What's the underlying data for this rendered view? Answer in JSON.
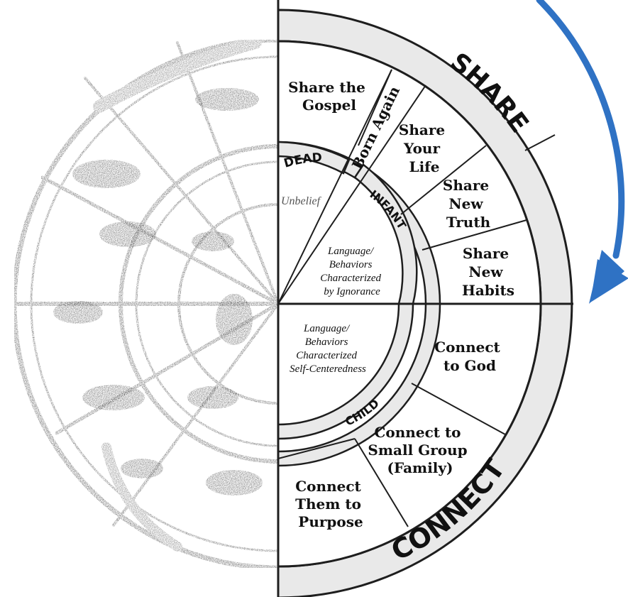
{
  "outer_ring": {
    "share": "SHARE",
    "connect": "CONNECT"
  },
  "stages": {
    "dead": "DEAD",
    "infant": "INFANT",
    "child": "CHILD"
  },
  "inner_notes": {
    "unbelief": "Unbelief",
    "infant_desc": [
      "Language/",
      "Behaviors",
      "Characterized",
      "by Ignorance"
    ],
    "child_desc": [
      "Language/",
      "Behaviors",
      "Characterized",
      "Self-Centeredness"
    ]
  },
  "segments": {
    "share_gospel": [
      "Share the",
      "Gospel"
    ],
    "born_again": "Born Again",
    "share_life": [
      "Share",
      "Your",
      "Life"
    ],
    "share_truth": [
      "Share",
      "New",
      "Truth"
    ],
    "share_habits": [
      "Share",
      "New",
      "Habits"
    ],
    "connect_god": [
      "Connect",
      "to God"
    ],
    "connect_group": [
      "Connect to",
      "Small Group",
      "(Family)"
    ],
    "connect_purpose": [
      "Connect",
      "Them to",
      "Purpose"
    ]
  },
  "colors": {
    "arrow": "#2f72c4",
    "line": "#1e1e1e",
    "ring_fill": "#e9e9e9",
    "sketch": "#444444"
  }
}
